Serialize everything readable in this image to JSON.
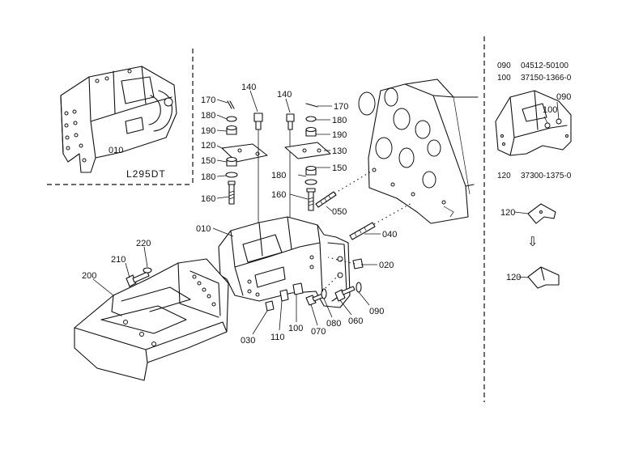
{
  "inset_model": "L295DT",
  "callouts": {
    "c170a": "170",
    "c180a": "180",
    "c190a": "190",
    "c120": "120",
    "c150a": "150",
    "c180b": "180",
    "c160a": "160",
    "c140a": "140",
    "c140b": "140",
    "c170b": "170",
    "c180c": "180",
    "c190b": "190",
    "c130": "130",
    "c180d": "180",
    "c150b": "150",
    "c160b": "160",
    "c050": "050",
    "c040": "040",
    "c010": "010",
    "c010inset": "010",
    "c220": "220",
    "c210": "210",
    "c200": "200",
    "c020": "020",
    "c030": "030",
    "c110": "110",
    "c100": "100",
    "c070": "070",
    "c080": "080",
    "c060": "060",
    "c090": "090",
    "r100": "100",
    "r090": "090",
    "r120a": "120",
    "r120b": "120"
  },
  "parts_list": [
    {
      "ref": "090",
      "part": "04512-50100"
    },
    {
      "ref": "100",
      "part": "37150-1366-0"
    },
    {
      "ref": "120",
      "part": "37300-1375-0"
    }
  ],
  "arrow_symbol": "⇩"
}
